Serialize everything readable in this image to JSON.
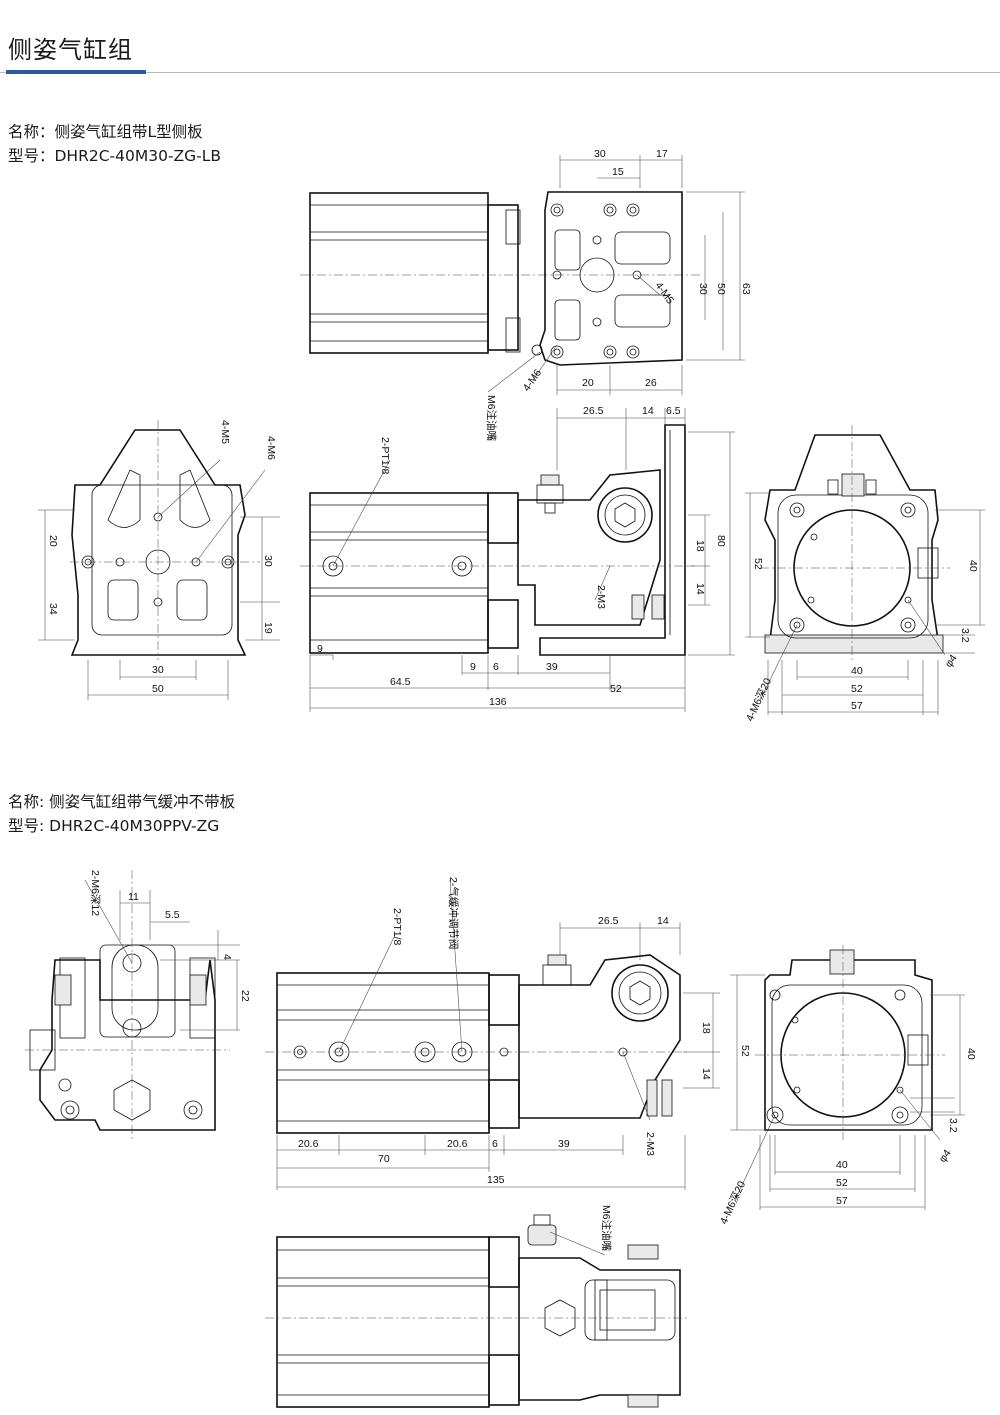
{
  "page": {
    "title": "侧姿气缸组",
    "accent_color": "#2c5aa0",
    "rule_color": "#b9b9b9"
  },
  "products": [
    {
      "name_line": "名称：侧姿气缸组带L型侧板",
      "model_line": "型号：DHR2C-40M30-ZG-LB"
    },
    {
      "name_line": "名称: 侧姿气缸组带气缓冲不带板",
      "model_line": "型号: DHR2C-40M30PPV-ZG"
    }
  ],
  "drawing1": {
    "top_view": {
      "dims": [
        "30",
        "17",
        "15",
        "30",
        "50",
        "63",
        "20",
        "26"
      ],
      "callouts": [
        "4-M5",
        "4-M6",
        "M6注油嘴"
      ]
    },
    "end_view": {
      "dims": [
        "20",
        "34",
        "30",
        "19",
        "30",
        "50"
      ],
      "callouts": [
        "4-M5",
        "4-M6"
      ]
    },
    "side_view": {
      "dims": [
        "26.5",
        "14",
        "6.5",
        "18",
        "80",
        "14",
        "9",
        "9",
        "6",
        "39",
        "64.5",
        "52",
        "136"
      ],
      "callouts": [
        "2-PT1/8",
        "2-M3"
      ]
    },
    "front_view": {
      "dims": [
        "52",
        "40",
        "3.2",
        "40",
        "52",
        "57"
      ],
      "callouts": [
        "φ4",
        "4-M6深20"
      ]
    }
  },
  "drawing2": {
    "end_view": {
      "dims": [
        "11",
        "5.5",
        "4",
        "22"
      ],
      "callouts": [
        "2-M6深12"
      ]
    },
    "side_view": {
      "dims": [
        "26.5",
        "14",
        "18",
        "14",
        "20.6",
        "20.6",
        "6",
        "39",
        "70",
        "135"
      ],
      "callouts": [
        "2-PT1/8",
        "2-气缓冲调节阀",
        "2-M3"
      ]
    },
    "front_view": {
      "dims": [
        "52",
        "40",
        "3.2",
        "40",
        "52",
        "57"
      ],
      "callouts": [
        "φ4",
        "4-M6深20"
      ]
    },
    "top_view": {
      "callouts": [
        "M6注油嘴"
      ]
    }
  }
}
